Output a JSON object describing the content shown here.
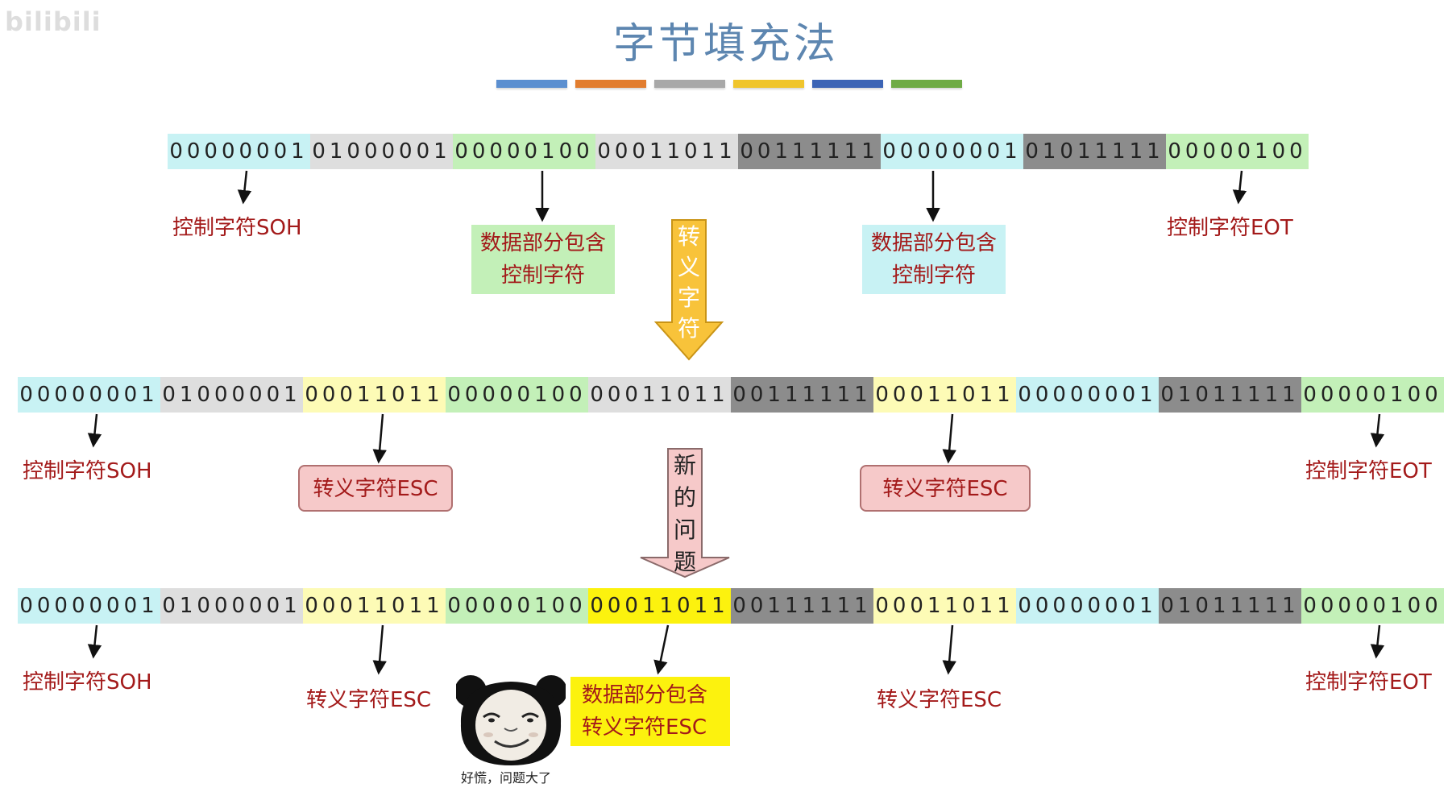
{
  "watermark": "bilibili",
  "title": "字节填充法",
  "color_bar_colors": [
    "#5b8fd0",
    "#e27d2f",
    "#a8a8a8",
    "#f0c52c",
    "#3c64b5",
    "#6fab45"
  ],
  "palette": {
    "cyan": "#c8f2f4",
    "light_gray": "#dedede",
    "green": "#c3f0b8",
    "dark_gray": "#8c8c8c",
    "yellow_light": "#fdfbb6",
    "yellow_bright": "#fcf20e"
  },
  "row1": {
    "bytes": [
      {
        "bits": "00000001",
        "color": "#c8f2f4"
      },
      {
        "bits": "01000001",
        "color": "#dedede"
      },
      {
        "bits": "00000100",
        "color": "#c3f0b8"
      },
      {
        "bits": "00011011",
        "color": "#dedede"
      },
      {
        "bits": "00111111",
        "color": "#8c8c8c"
      },
      {
        "bits": "00000001",
        "color": "#c8f2f4"
      },
      {
        "bits": "01011111",
        "color": "#8c8c8c"
      },
      {
        "bits": "00000100",
        "color": "#c3f0b8"
      }
    ],
    "label_soh": "控制字符SOH",
    "label_eot": "控制字符EOT",
    "box_green": [
      "数据部分包含",
      "控制字符"
    ],
    "box_cyan": [
      "数据部分包含",
      "控制字符"
    ]
  },
  "arrow1_text": [
    "转",
    "义",
    "字",
    "符"
  ],
  "row2": {
    "bytes": [
      {
        "bits": "00000001",
        "color": "#c8f2f4"
      },
      {
        "bits": "01000001",
        "color": "#dedede"
      },
      {
        "bits": "00011011",
        "color": "#fdfbb6"
      },
      {
        "bits": "00000100",
        "color": "#c3f0b8"
      },
      {
        "bits": "00011011",
        "color": "#dedede"
      },
      {
        "bits": "00111111",
        "color": "#8c8c8c"
      },
      {
        "bits": "00011011",
        "color": "#fdfbb6"
      },
      {
        "bits": "00000001",
        "color": "#c8f2f4"
      },
      {
        "bits": "01011111",
        "color": "#8c8c8c"
      },
      {
        "bits": "00000100",
        "color": "#c3f0b8"
      }
    ],
    "label_soh": "控制字符SOH",
    "label_eot": "控制字符EOT",
    "esc_box_1": "转义字符ESC",
    "esc_box_2": "转义字符ESC"
  },
  "arrow2_text": [
    "新",
    "的",
    "问",
    "题"
  ],
  "row3": {
    "bytes": [
      {
        "bits": "00000001",
        "color": "#c8f2f4"
      },
      {
        "bits": "01000001",
        "color": "#dedede"
      },
      {
        "bits": "00011011",
        "color": "#fdfbb6"
      },
      {
        "bits": "00000100",
        "color": "#c3f0b8"
      },
      {
        "bits": "00011011",
        "color": "#fcf20e"
      },
      {
        "bits": "00111111",
        "color": "#8c8c8c"
      },
      {
        "bits": "00011011",
        "color": "#fdfbb6"
      },
      {
        "bits": "00000001",
        "color": "#c8f2f4"
      },
      {
        "bits": "01011111",
        "color": "#8c8c8c"
      },
      {
        "bits": "00000100",
        "color": "#c3f0b8"
      }
    ],
    "label_soh": "控制字符SOH",
    "label_eot": "控制字符EOT",
    "esc_label_1": "转义字符ESC",
    "esc_label_2": "转义字符ESC",
    "box_yellow": [
      "数据部分包含",
      "转义字符ESC"
    ],
    "meme_caption": "好慌，问题大了"
  }
}
